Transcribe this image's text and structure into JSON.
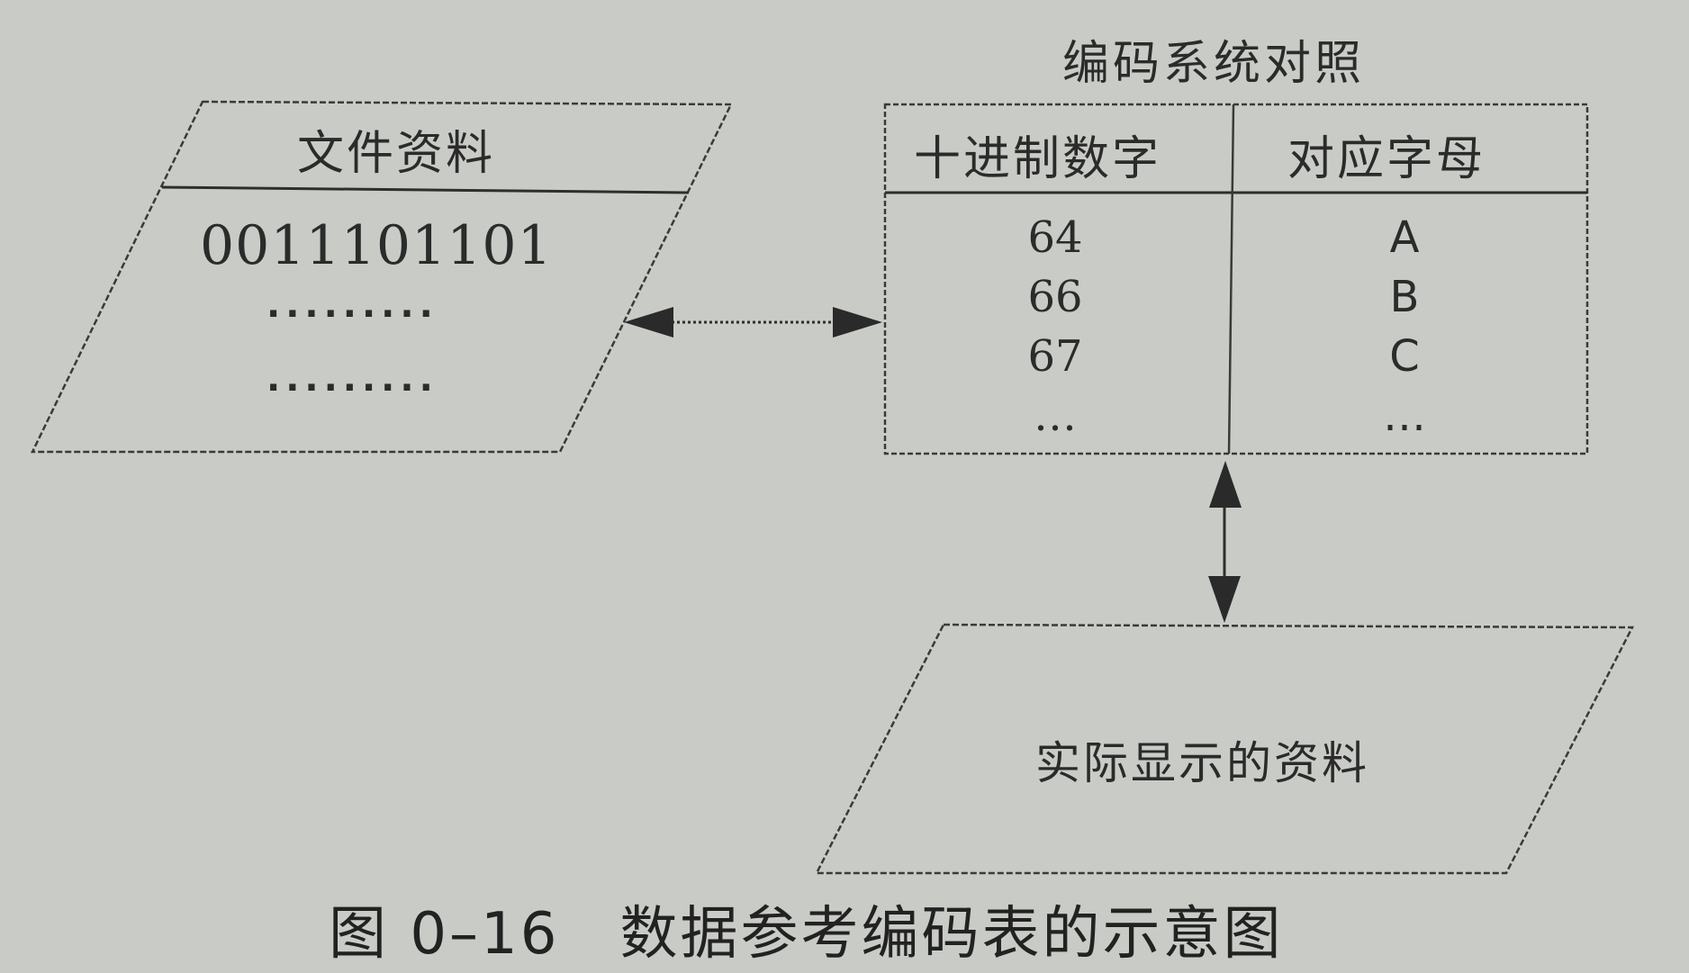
{
  "file_box": {
    "title": "文件资料",
    "binary": "0011101101",
    "dots_1": "·········",
    "dots_2": "·········"
  },
  "encoding_table": {
    "title": "编码系统对照",
    "headers": [
      "十进制数字",
      "对应字母"
    ],
    "rows": [
      [
        "64",
        "A"
      ],
      [
        "66",
        "B"
      ],
      [
        "67",
        "C"
      ],
      [
        "…",
        "…"
      ]
    ]
  },
  "display_box": {
    "text": "实际显示的资料"
  },
  "caption": "图 0–16　数据参考编码表的示意图",
  "colors": {
    "background": "#c9ccc6",
    "line": "#3a3a3a"
  }
}
